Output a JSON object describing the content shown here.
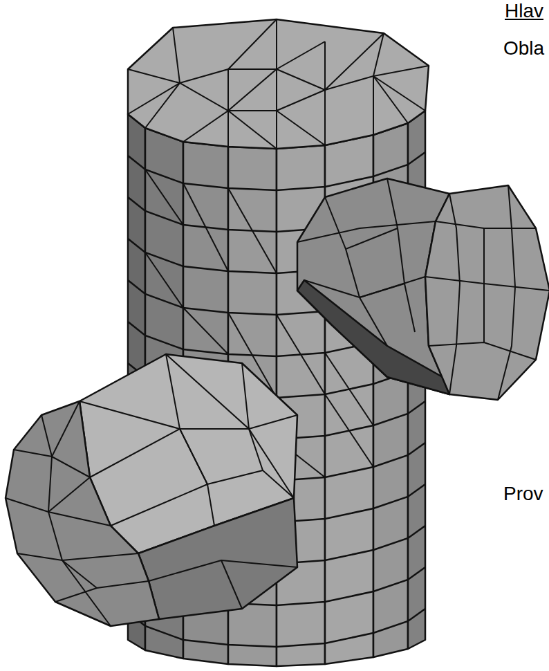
{
  "diagram": {
    "labels": [
      "Hlav",
      "Obla",
      "Prov"
    ]
  }
}
